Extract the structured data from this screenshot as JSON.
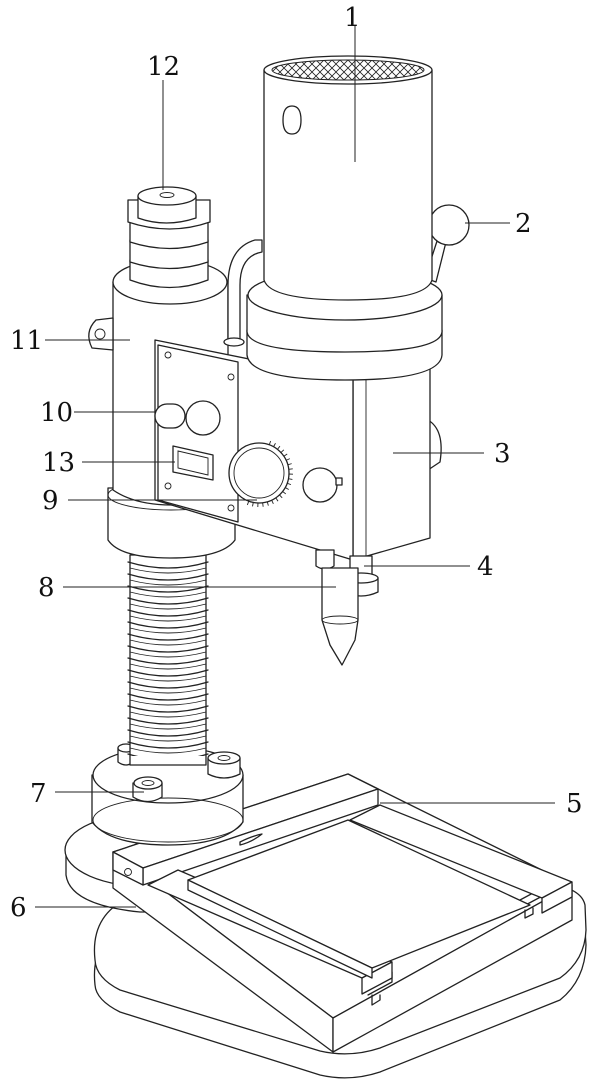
{
  "labels": {
    "l1": "1",
    "l2": "2",
    "l3": "3",
    "l4": "4",
    "l5": "5",
    "l6": "6",
    "l7": "7",
    "l8": "8",
    "l9": "9",
    "l10": "10",
    "l11": "11",
    "l12": "12",
    "l13": "13"
  },
  "colors": {
    "stroke": "#222222",
    "background": "#ffffff"
  }
}
